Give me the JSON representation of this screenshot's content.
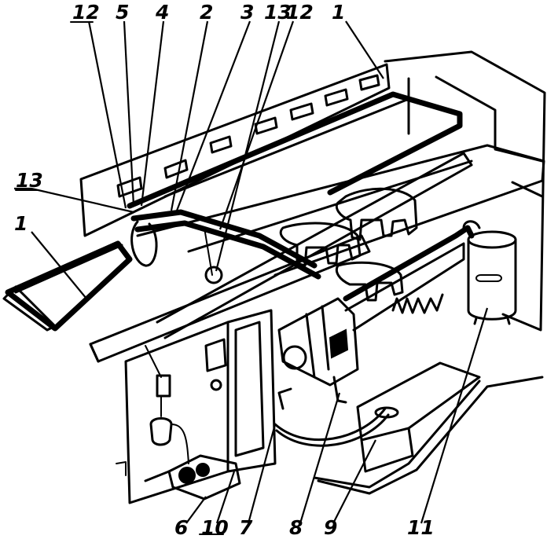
{
  "labels": {
    "top": [
      "12",
      "5",
      "4",
      "2",
      "3",
      "13",
      "12",
      "1"
    ],
    "left": [
      "13",
      "1"
    ],
    "bottom": [
      "6",
      "10",
      "7",
      "8",
      "9",
      "11"
    ]
  }
}
